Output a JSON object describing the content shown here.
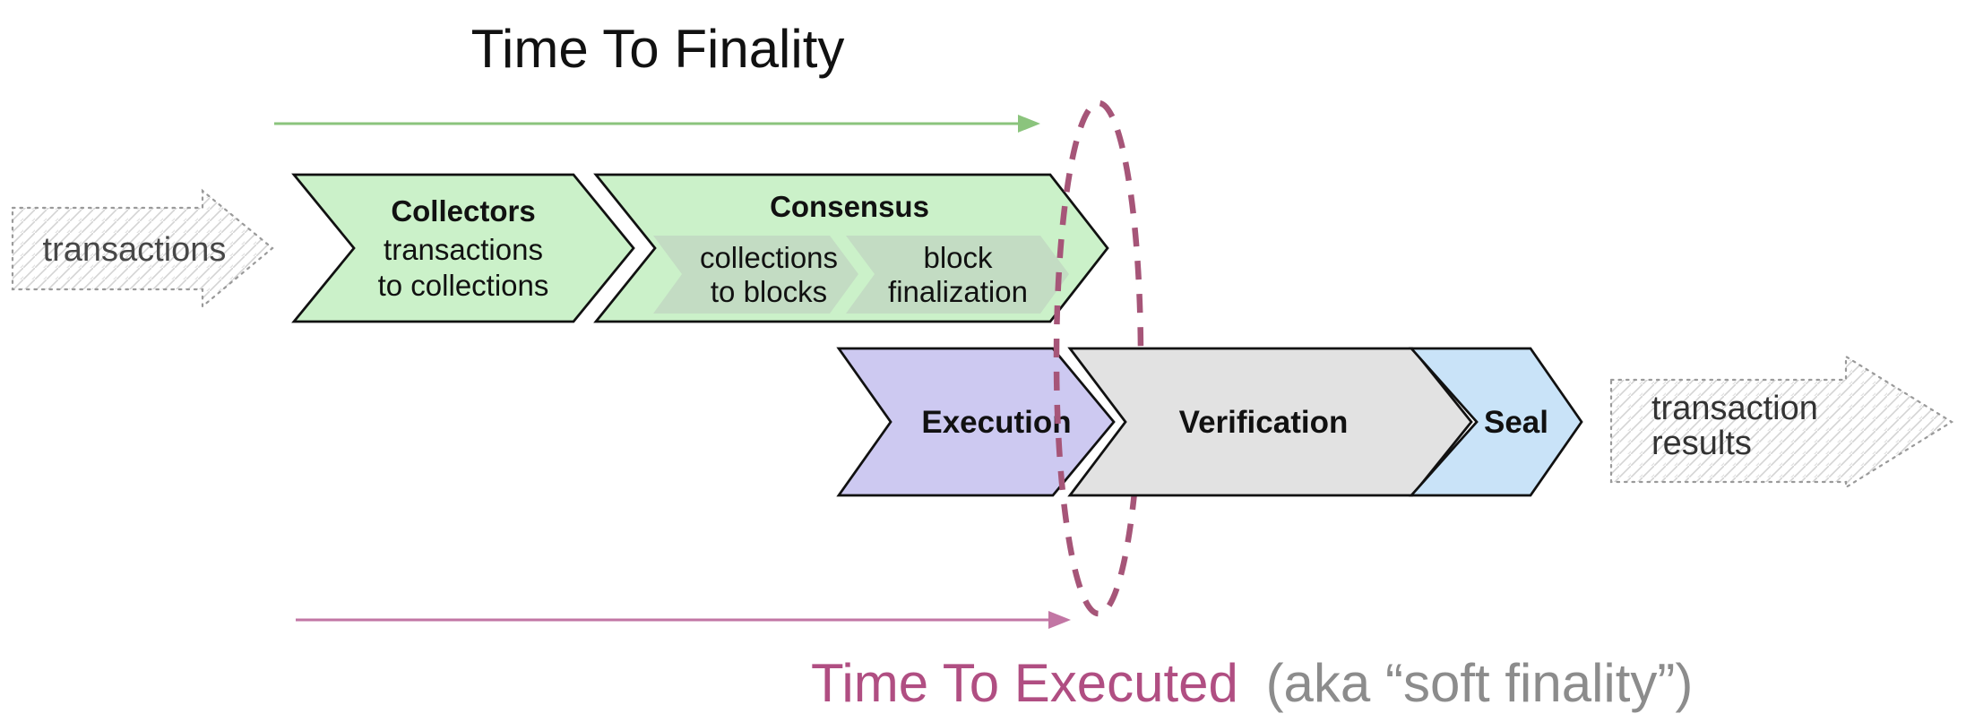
{
  "annotations": {
    "finality": {
      "label": "Time To Finality"
    },
    "executed": {
      "label": "Time To Executed",
      "suffix": "(aka “soft finality”)"
    }
  },
  "io": {
    "input": {
      "label": "transactions"
    },
    "output": {
      "line1": "transaction",
      "line2": "results"
    }
  },
  "stages": {
    "collectors": {
      "title": "Collectors",
      "line1": "transactions",
      "line2": "to collections"
    },
    "consensus": {
      "title": "Consensus",
      "sub1": {
        "line1": "collections",
        "line2": "to blocks"
      },
      "sub2": {
        "line1": "block",
        "line2": "finalization"
      }
    },
    "execution": {
      "title": "Execution"
    },
    "verification": {
      "title": "Verification"
    },
    "seal": {
      "title": "Seal"
    }
  },
  "colors": {
    "title_green": "#6BA563",
    "arrow_green": "#8BC47D",
    "stage_green": "#CBF1C9",
    "substage_green": "#C3DCC3",
    "execution_purple": "#CDC9F1",
    "verification_gray": "#E2E2E2",
    "seal_blue": "#C9E3F8",
    "ellipse_rose": "#A65578",
    "executed_pink": "#B04E82",
    "suffix_gray": "#8C8C8C",
    "arrow_pink": "#C276A4",
    "hatch_gray": "#D4D4D4"
  }
}
